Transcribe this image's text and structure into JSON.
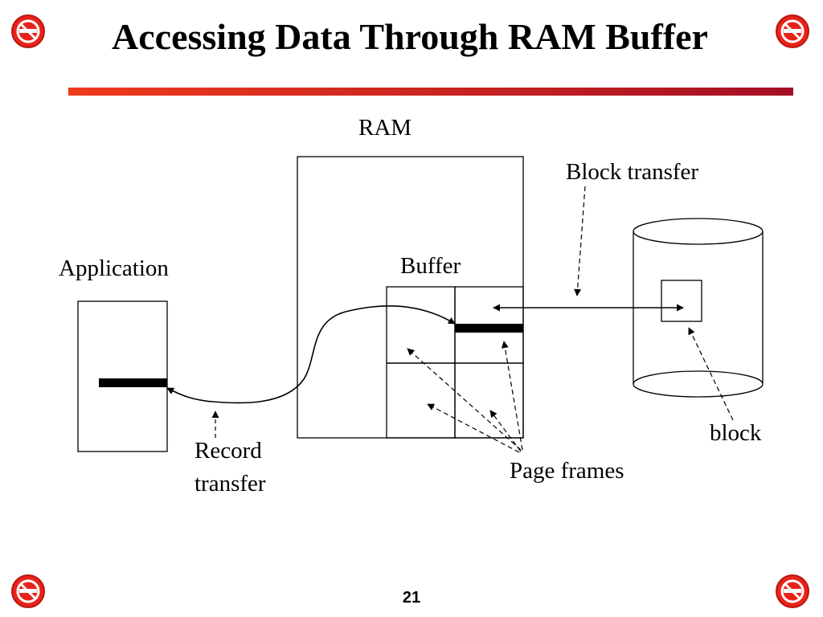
{
  "slide": {
    "title": "Accessing Data Through RAM Buffer",
    "page_number": "21"
  },
  "diagram": {
    "ram_label": "RAM",
    "buffer_label": "Buffer",
    "application_label": "Application",
    "block_transfer_label": "Block transfer",
    "record_transfer_label_line1": "Record",
    "record_transfer_label_line2": "transfer",
    "page_frames_label": "Page frames",
    "block_label": "block"
  },
  "icons": {
    "corner_icon": "no-smoking-icon"
  },
  "colors": {
    "icon_red": "#e8231a",
    "rule_start": "#f03a1c",
    "rule_end": "#a50f24"
  }
}
